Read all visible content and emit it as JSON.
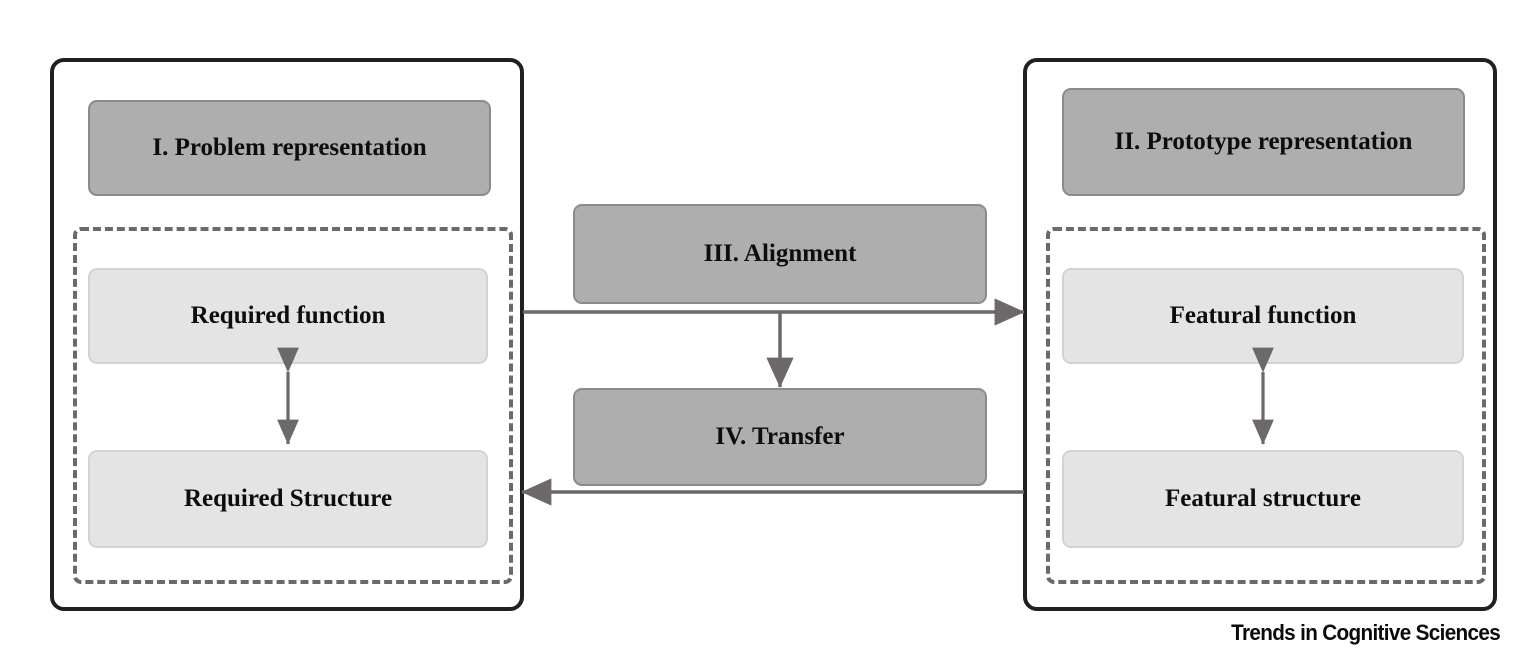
{
  "figure": {
    "title_credit": "Trends in Cognitive Sciences",
    "type": "block-diagram",
    "colors": {
      "dark_box_fill": "#aeaeae",
      "dark_box_border": "#8d8a8b",
      "light_box_fill": "#e4e4e4",
      "light_box_border": "#d3d3d3",
      "panel_border": "#231f20",
      "dashed_border": "#6d6869",
      "arrow": "#6d6869",
      "text": "#0d0d0d",
      "background": "#ffffff"
    }
  },
  "left_panel": {
    "header": "I. Problem representation",
    "inner": {
      "function_box": "Required function",
      "structure_box": "Required Structure"
    }
  },
  "right_panel": {
    "header": "II. Prototype representation",
    "inner": {
      "function_box": "Featural function",
      "structure_box": "Featural structure"
    }
  },
  "middle": {
    "alignment_box": "III. Alignment",
    "transfer_box": "IV. Transfer"
  },
  "connectors": [
    {
      "name": "alignment-to-featural-function",
      "from": "left panel edge",
      "to": "right panel edge",
      "direction": "right",
      "heads": 1
    },
    {
      "name": "alignment-to-transfer",
      "from": "alignment horizontal line",
      "to": "IV. Transfer box",
      "direction": "down",
      "heads": 1
    },
    {
      "name": "transfer-to-required-structure",
      "from": "right panel edge",
      "to": "left panel edge",
      "direction": "left",
      "heads": 1
    },
    {
      "name": "required-function-structure-link",
      "direction": "vertical",
      "heads": 2
    },
    {
      "name": "featural-function-structure-link",
      "direction": "vertical",
      "heads": 2
    }
  ]
}
